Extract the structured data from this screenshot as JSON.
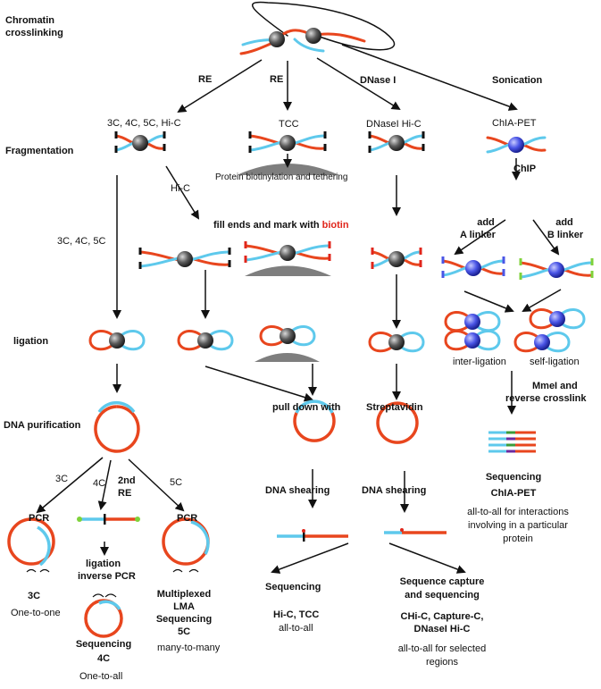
{
  "colors": {
    "orange": "#e8461e",
    "cyan": "#5ec9ec",
    "bead": "#555555",
    "blue_bead": "#4a55e6",
    "gray_surface": "#7e7e7e",
    "marker": "#111111",
    "biotin": "#e0261b",
    "green_end": "#7fd23a"
  },
  "labels": {
    "chromatin_crosslinking_1": "Chromatin",
    "chromatin_crosslinking_2": "crosslinking",
    "re_1": "RE",
    "re_2": "RE",
    "dnase": "DNase I",
    "sonication": "Sonication",
    "methods_3c": "3C, 4C, 5C, Hi-C",
    "tcc": "TCC",
    "dnasel_hic": "DNaseI Hi-C",
    "chia_pet_top": "ChIA-PET",
    "fragmentation": "Fragmentation",
    "protein_biotinylation": "Protein biotinylation and tethering",
    "chip": "ChIP",
    "hic_branch": "Hi-C",
    "fill_ends": "fill ends and mark with",
    "biotin": "biotin",
    "add_a_1": "add",
    "add_a_2": "A linker",
    "add_b_1": "add",
    "add_b_2": "B linker",
    "branch_345c": "3C, 4C, 5C",
    "ligation": "ligation",
    "inter_ligation": "inter-ligation",
    "self_ligation": "self-ligation",
    "mmel_1": "MmeI and",
    "mmel_2": "reverse crosslink",
    "dna_purification": "DNA purification",
    "pull_down": "pull down with",
    "streptavidin": "Streptavidin",
    "sequencing_chiapet_1": "Sequencing",
    "sequencing_chiapet_2": "ChIA-PET",
    "chiapet_desc_1": "all-to-all for interactions",
    "chiapet_desc_2": "involving in a particular",
    "chiapet_desc_3": "protein",
    "br_3c": "3C",
    "br_4c": "4C",
    "br_2nd_re_1": "2nd",
    "br_2nd_re_2": "RE",
    "br_5c": "5C",
    "dna_shearing_1": "DNA shearing",
    "dna_shearing_2": "DNA shearing",
    "pcr_1": "PCR",
    "pcr_2": "PCR",
    "ligation_inverse_1": "ligation",
    "ligation_inverse_2": "inverse PCR",
    "label_3c": "3C",
    "one_to_one": "One-to-one",
    "multiplexed_1": "Multiplexed",
    "multiplexed_2": "LMA",
    "multiplexed_3": "Sequencing",
    "multiplexed_4": "5C",
    "many_to_many": "many-to-many",
    "sequencing_4c_1": "Sequencing",
    "sequencing_4c_2": "4C",
    "one_to_all": "One-to-all",
    "sequencing_mid": "Sequencing",
    "hic_tcc": "Hi-C, TCC",
    "all_to_all": "all-to-all",
    "capture_1": "Sequence capture",
    "capture_2": "and sequencing",
    "capture_methods_1": "CHi-C, Capture-C,",
    "capture_methods_2": "DNaseI Hi-C",
    "selected_1": "all-to-all for selected",
    "selected_2": "regions"
  }
}
